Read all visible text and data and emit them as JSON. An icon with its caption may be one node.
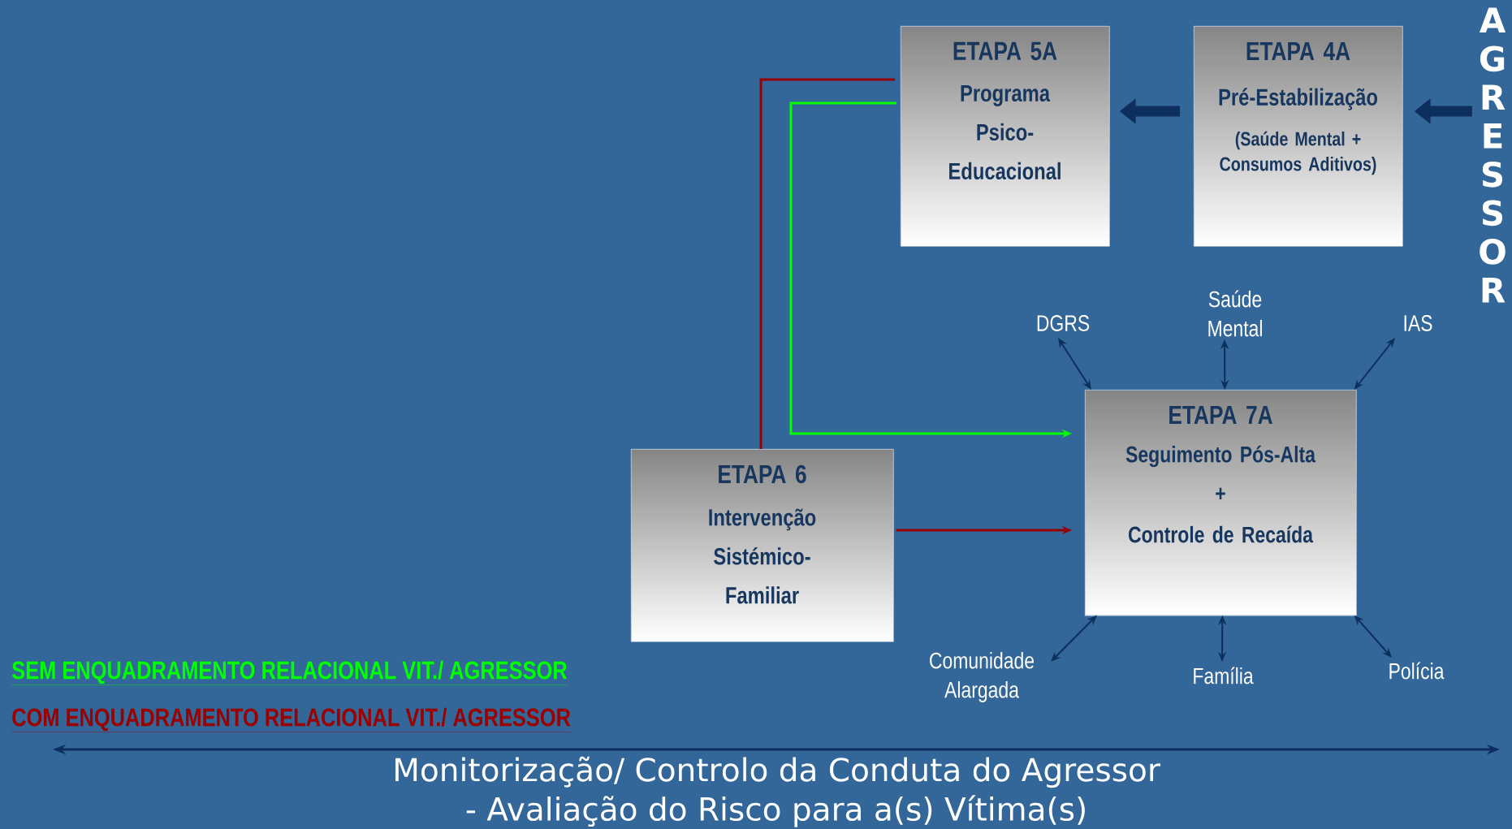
{
  "diagram": {
    "nodes": [
      {
        "text": [
          "ETAPA 5A",
          "Programa Psico- Educacional"
        ]
      },
      {
        "text": [
          "ETAPA 4A",
          "Pré-Estabilização",
          "(Saúde Mental + Consumos Aditivos)"
        ]
      },
      {
        "text": [
          "AGRESSOR"
        ]
      },
      {
        "text": [
          "ETAPA 7A",
          "Seguimento Pós-Alta",
          "+",
          "Controle de Recaída"
        ]
      },
      {
        "text": [
          "ETAPA 6",
          "Intervenção Sistémico- Familiar"
        ]
      },
      {
        "text": [
          "DGRS"
        ]
      },
      {
        "text": [
          "Saúde Mental"
        ]
      },
      {
        "text": [
          "IAS"
        ]
      },
      {
        "text": [
          "Comunidade Alargada"
        ]
      },
      {
        "text": [
          "Família"
        ]
      },
      {
        "text": [
          "Polícia"
        ]
      }
    ],
    "edges": [
      {
        "from": 2,
        "to": 1,
        "arrow": "to",
        "style": "thick"
      },
      {
        "from": 1,
        "to": 0,
        "arrow": "to",
        "style": "thick"
      },
      {
        "from": 0,
        "to": 3,
        "arrow": "to",
        "color": "#00ff00"
      },
      {
        "from": 0,
        "to": 4,
        "arrow": "none",
        "color": "#990000"
      },
      {
        "from": 4,
        "to": 3,
        "arrow": "to",
        "color": "#990000"
      },
      {
        "from": 3,
        "to": 5,
        "arrow": "both"
      },
      {
        "from": 3,
        "to": 6,
        "arrow": "both"
      },
      {
        "from": 3,
        "to": 7,
        "arrow": "both"
      },
      {
        "from": 3,
        "to": 8,
        "arrow": "both"
      },
      {
        "from": 3,
        "to": 9,
        "arrow": "both"
      },
      {
        "from": 3,
        "to": 10,
        "arrow": "both"
      }
    ],
    "labels": [
      "Monitorização/ Controlo da Conduta do Agressor",
      "- Avaliação do Risco para a(s) Vítima(s)"
    ],
    "legend": [
      {
        "text": "SEM ENQUADRAMENTO RELACIONAL VIT./ AGRESSOR",
        "color": "#00ff00"
      },
      {
        "text": "COM ENQUADRAMENTO RELACIONAL VIT./ AGRESSOR",
        "color": "#990000"
      }
    ]
  }
}
